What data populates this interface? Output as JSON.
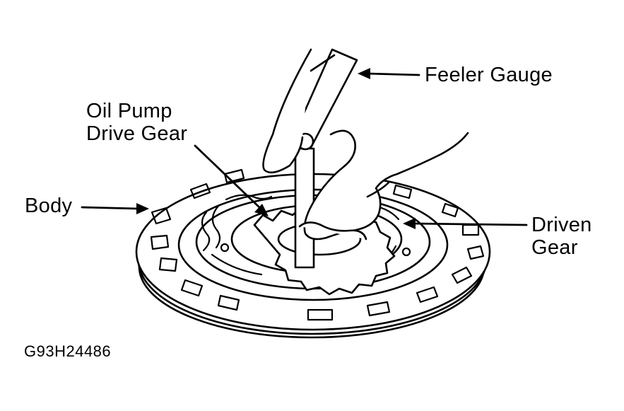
{
  "figure": {
    "labels": {
      "feeler_gauge": "Feeler Gauge",
      "oil_pump_drive_gear_line1": "Oil Pump",
      "oil_pump_drive_gear_line2": "Drive Gear",
      "body": "Body",
      "driven_gear_line1": "Driven",
      "driven_gear_line2": "Gear"
    },
    "figure_code": "G93H24486",
    "colors": {
      "ink": "#000000",
      "paper": "#ffffff"
    }
  }
}
